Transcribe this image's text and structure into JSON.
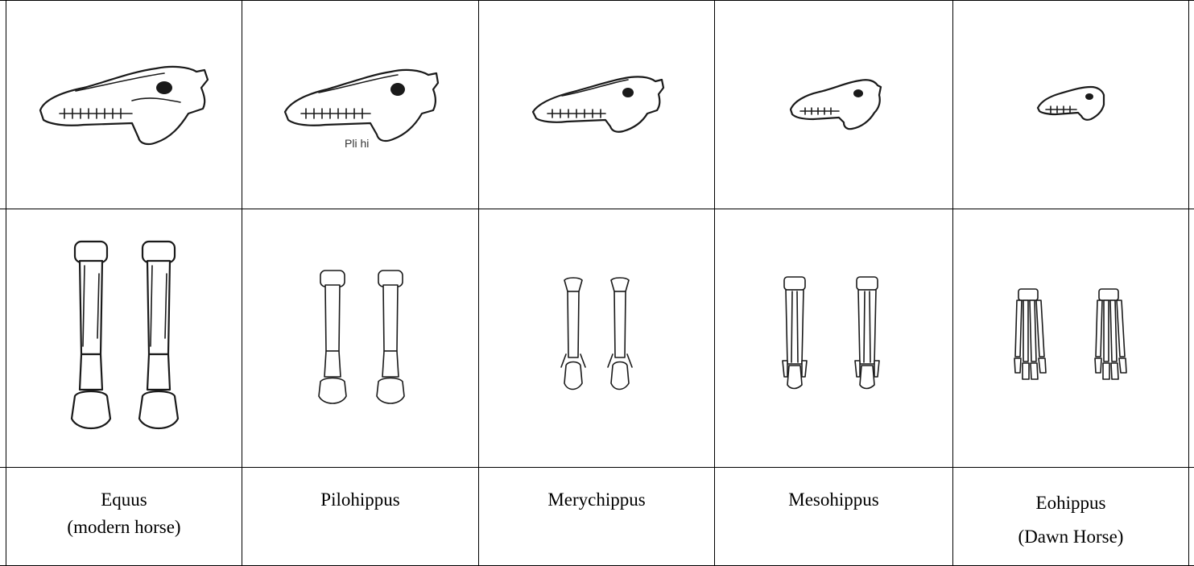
{
  "taxa": [
    {
      "name": "Equus",
      "note": "(modern horse)",
      "skull_icon": "horse-skull-icon",
      "foot_icon": "horse-foot-icon"
    },
    {
      "name": "Pilohippus",
      "note": "",
      "skull_icon": "horse-skull-icon",
      "foot_icon": "horse-foot-icon"
    },
    {
      "name": "Merychippus",
      "note": "",
      "skull_icon": "horse-skull-icon",
      "foot_icon": "horse-foot-icon"
    },
    {
      "name": "Mesohippus",
      "note": "",
      "skull_icon": "horse-skull-icon",
      "foot_icon": "horse-foot-icon"
    },
    {
      "name": "Eohippus",
      "note": "(Dawn Horse)",
      "skull_icon": "horse-skull-icon",
      "foot_icon": "horse-foot-icon"
    }
  ],
  "relative_size": [
    1.0,
    0.86,
    0.72,
    0.52,
    0.38
  ],
  "colors": {
    "line": "#000000",
    "background": "#ffffff"
  }
}
